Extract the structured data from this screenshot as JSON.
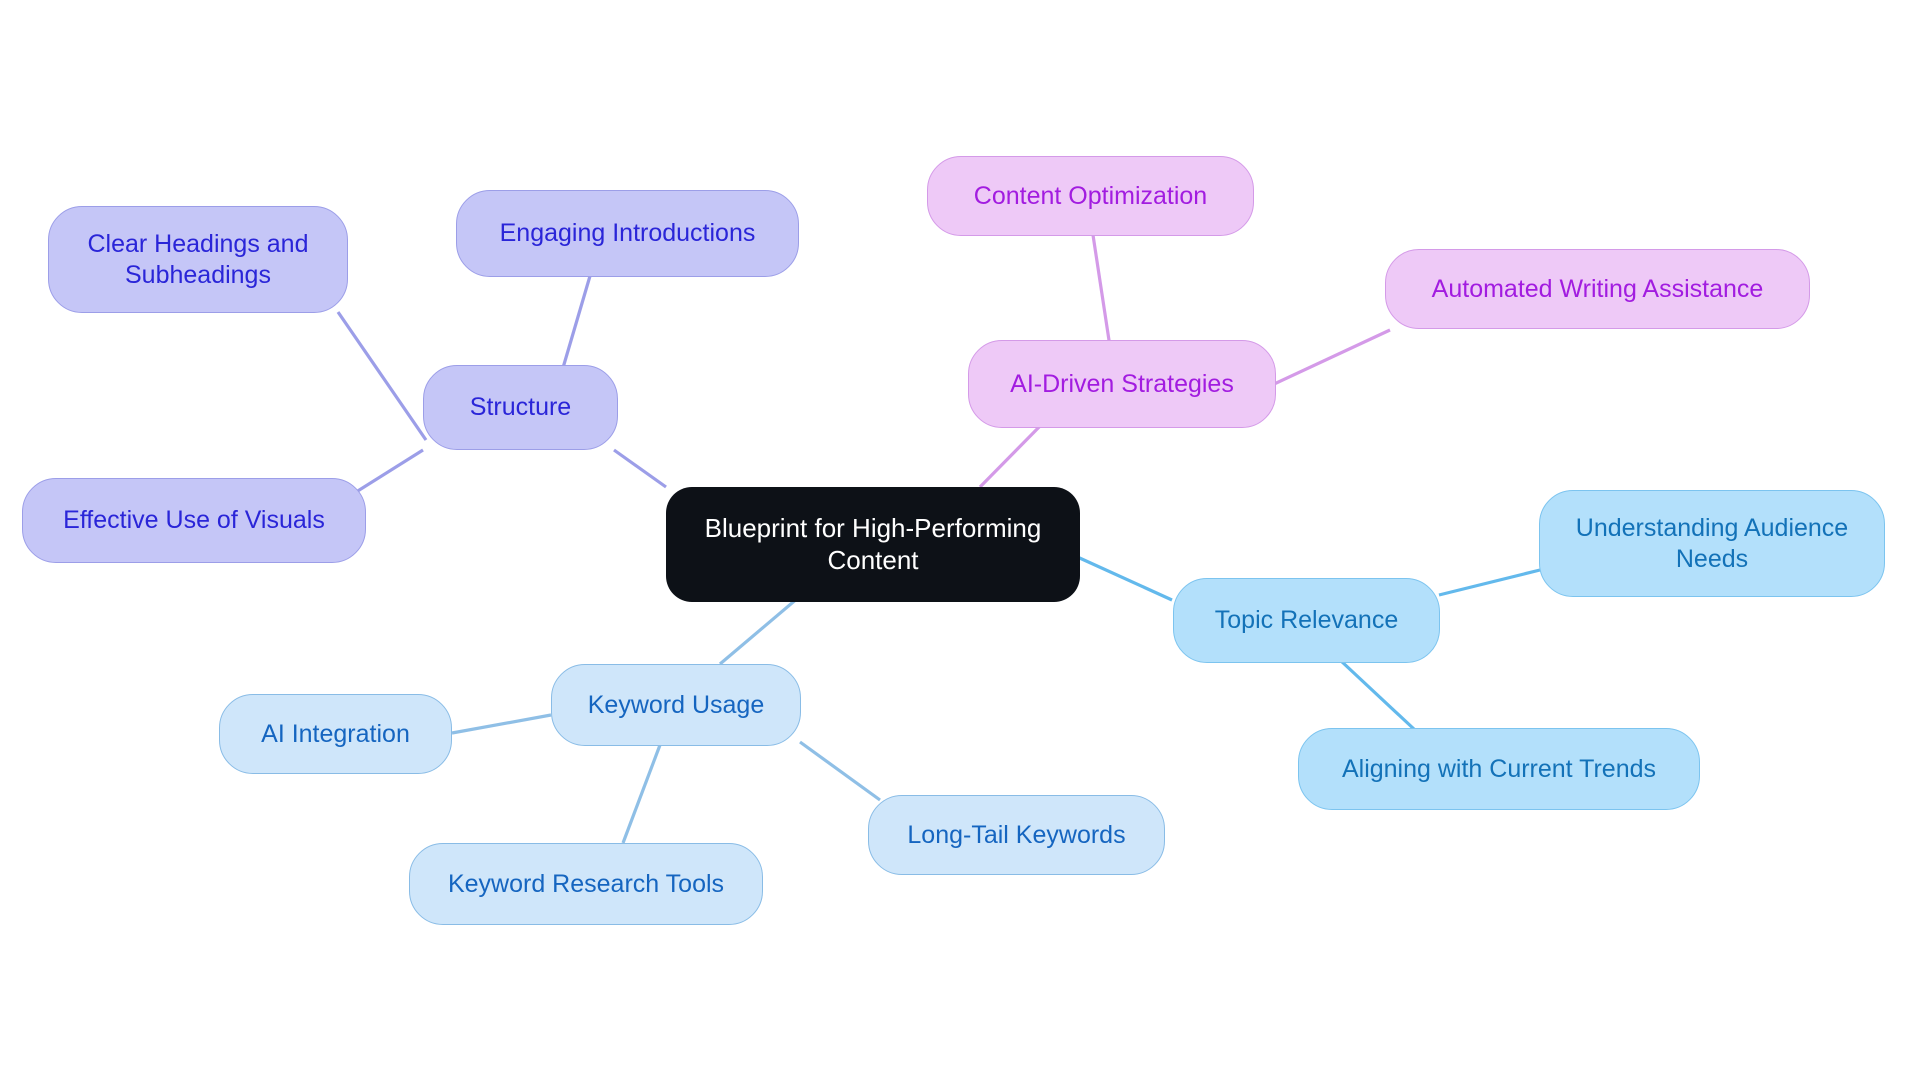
{
  "diagram": {
    "title": "Blueprint for High-Performing Content",
    "type": "mindmap",
    "background": "#ffffff"
  },
  "palette": {
    "root_fill": "#0d1117",
    "root_text": "#ffffff",
    "structure_fill": "#c5c6f7",
    "structure_border": "#9c9ee8",
    "structure_text": "#2a25d8",
    "structure_edge": "#9c9ee8",
    "ai_fill": "#eec9f7",
    "ai_border": "#d49ae8",
    "ai_text": "#a21ce0",
    "ai_edge": "#d49ae8",
    "topic_fill": "#b3e0fb",
    "topic_border": "#7cc4ef",
    "topic_text": "#1372b8",
    "topic_edge": "#63b9ec",
    "keyword_fill": "#cfe6fa",
    "keyword_border": "#89bce6",
    "keyword_text": "#1565c0",
    "keyword_edge": "#8fbfe6"
  },
  "nodes": {
    "root": {
      "label": "Blueprint for High-Performing\nContent"
    },
    "structure": {
      "label": "Structure"
    },
    "clear_headings": {
      "label": "Clear Headings and\nSubheadings"
    },
    "engaging_intros": {
      "label": "Engaging Introductions"
    },
    "effective_visuals": {
      "label": "Effective Use of Visuals"
    },
    "ai_strategies": {
      "label": "AI-Driven Strategies"
    },
    "content_optimization": {
      "label": "Content Optimization"
    },
    "automated_writing": {
      "label": "Automated Writing Assistance"
    },
    "topic_relevance": {
      "label": "Topic Relevance"
    },
    "audience_needs": {
      "label": "Understanding Audience\nNeeds"
    },
    "current_trends": {
      "label": "Aligning with Current Trends"
    },
    "keyword_usage": {
      "label": "Keyword Usage"
    },
    "ai_integration": {
      "label": "AI Integration"
    },
    "keyword_research": {
      "label": "Keyword Research Tools"
    },
    "long_tail": {
      "label": "Long-Tail Keywords"
    }
  },
  "chart_data": {
    "type": "mindmap",
    "title": "Blueprint for High-Performing Content",
    "root": "Blueprint for High-Performing Content",
    "branches": [
      {
        "name": "Structure",
        "color": "#c5c6f7",
        "children": [
          "Clear Headings and Subheadings",
          "Engaging Introductions",
          "Effective Use of Visuals"
        ]
      },
      {
        "name": "AI-Driven Strategies",
        "color": "#eec9f7",
        "children": [
          "Content Optimization",
          "Automated Writing Assistance"
        ]
      },
      {
        "name": "Topic Relevance",
        "color": "#b3e0fb",
        "children": [
          "Understanding Audience Needs",
          "Aligning with Current Trends"
        ]
      },
      {
        "name": "Keyword Usage",
        "color": "#cfe6fa",
        "children": [
          "AI Integration",
          "Keyword Research Tools",
          "Long-Tail Keywords"
        ]
      }
    ]
  }
}
